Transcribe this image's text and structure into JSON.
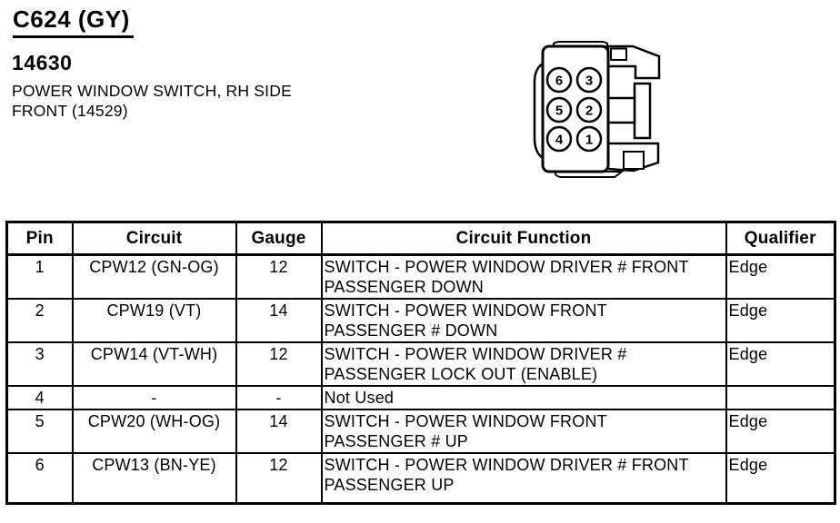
{
  "header": {
    "connector_id": "C624 (GY)",
    "part_number": "14630",
    "description": "POWER WINDOW SWITCH, RH SIDE\nFRONT (14529)"
  },
  "connector_diagram": {
    "pins": [
      "6",
      "3",
      "5",
      "2",
      "4",
      "1"
    ]
  },
  "table": {
    "headers": [
      "Pin",
      "Circuit",
      "Gauge",
      "Circuit Function",
      "Qualifier"
    ],
    "rows": [
      {
        "pin": "1",
        "circuit": "CPW12 (GN-OG)",
        "gauge": "12",
        "function": "SWITCH - POWER WINDOW DRIVER # FRONT\nPASSENGER DOWN",
        "qualifier": "Edge"
      },
      {
        "pin": "2",
        "circuit": "CPW19 (VT)",
        "gauge": "14",
        "function": "SWITCH - POWER WINDOW FRONT\nPASSENGER # DOWN",
        "qualifier": "Edge"
      },
      {
        "pin": "3",
        "circuit": "CPW14 (VT-WH)",
        "gauge": "12",
        "function": "SWITCH - POWER WINDOW DRIVER #\nPASSENGER LOCK OUT (ENABLE)",
        "qualifier": "Edge"
      },
      {
        "pin": "4",
        "circuit": "-",
        "gauge": "-",
        "function": "Not Used",
        "qualifier": ""
      },
      {
        "pin": "5",
        "circuit": "CPW20 (WH-OG)",
        "gauge": "14",
        "function": "SWITCH - POWER WINDOW FRONT\nPASSENGER # UP",
        "qualifier": "Edge"
      },
      {
        "pin": "6",
        "circuit": "CPW13 (BN-YE)",
        "gauge": "12",
        "function": "SWITCH - POWER WINDOW DRIVER # FRONT\nPASSENGER UP",
        "qualifier": "Edge"
      }
    ]
  },
  "colors": {
    "ink": "#000000",
    "paper": "#ffffff"
  }
}
